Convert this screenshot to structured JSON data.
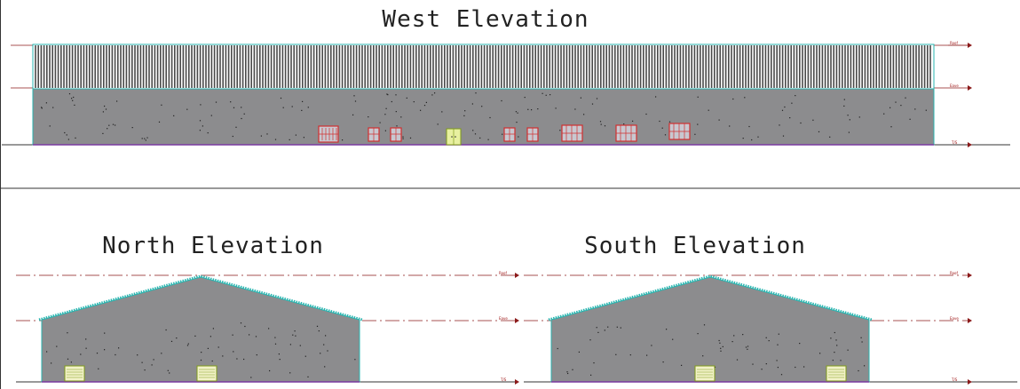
{
  "colors": {
    "wall": "#8c8c8e",
    "wall_outline": "#2ab5b0",
    "roof_ribs": "#4a4a4a",
    "level_line": "#8b1a1a",
    "grade_line": "#7a3aa0",
    "window_frame": "#d03030",
    "window_fill": "#c8c8d0",
    "door_fill": "#e8f0a0",
    "vent_fill": "#f2f2c8",
    "title_text": "#222222"
  },
  "views": {
    "west": {
      "title": "West Elevation"
    },
    "north": {
      "title": "North Elevation"
    },
    "south": {
      "title": "South Elevation"
    }
  },
  "level_markers": {
    "top": "Roof",
    "eave": "Eave",
    "grade": "T/S"
  }
}
